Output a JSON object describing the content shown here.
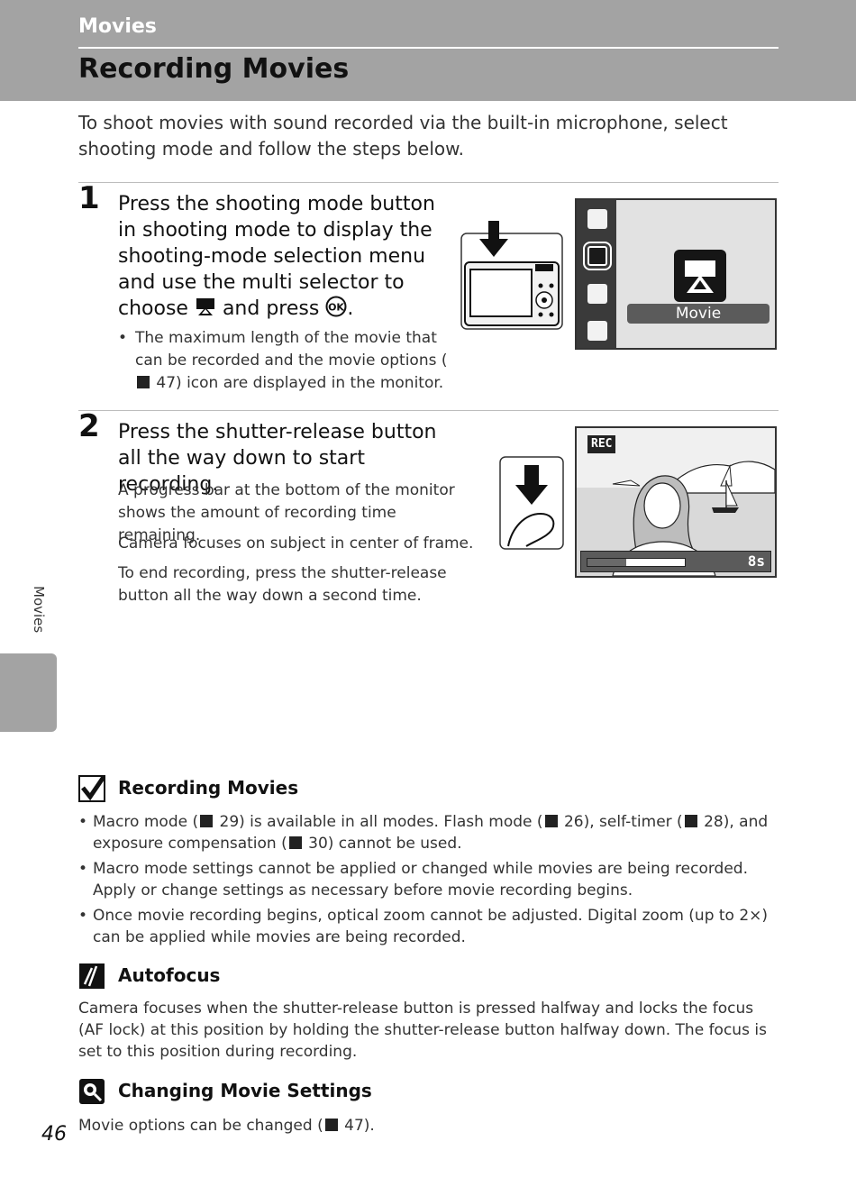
{
  "header": {
    "section": "Movies",
    "title": "Recording Movies"
  },
  "intro": "To shoot movies with sound recorded via the built-in microphone, select shooting mode and follow the steps below.",
  "steps": [
    {
      "number": "1",
      "title_before": "Press the shooting mode button in shooting mode to display the shooting-mode selection menu and use the multi selector to choose ",
      "title_mid": " and press ",
      "title_end": ".",
      "bullets": [
        {
          "before": "The maximum length of the movie that can be recorded and the movie options (",
          "after": " 47) icon are displayed in the monitor."
        }
      ],
      "screen": {
        "caption": "Movie"
      }
    },
    {
      "number": "2",
      "title": "Press the shutter-release button all the way down to start recording.",
      "paragraphs": [
        "A progress bar at the bottom of the monitor shows the amount of recording time remaining.",
        "Camera focuses on subject in center of frame.",
        "To end recording, press the shutter-release button all the way down a second time."
      ],
      "screen": {
        "rec_label": "REC",
        "time_remaining": "8s",
        "progress": 0.4
      }
    }
  ],
  "side_tab": "Movies",
  "notes": [
    {
      "title": "Recording Movies",
      "bullets": [
        {
          "parts": [
            "Macro mode (",
            " 29) is available in all modes. Flash mode (",
            " 26), self-timer (",
            " 28), and exposure compensation (",
            " 30) cannot be used."
          ]
        },
        {
          "parts": [
            "Macro mode settings cannot be applied or changed while movies are being recorded. Apply or change settings as necessary before movie recording begins."
          ]
        },
        {
          "parts": [
            "Once movie recording begins, optical zoom cannot be adjusted. Digital zoom (up to 2×) can be applied while movies are being recorded."
          ]
        }
      ]
    },
    {
      "title": "Autofocus",
      "text": "Camera focuses when the shutter-release button is pressed halfway and locks the focus (AF lock) at this position by holding the shutter-release button halfway down. The focus is set to this position during recording."
    },
    {
      "title": "Changing Movie Settings",
      "text_before": "Movie options can be changed (",
      "text_after": " 47)."
    }
  ],
  "page_number": "46"
}
